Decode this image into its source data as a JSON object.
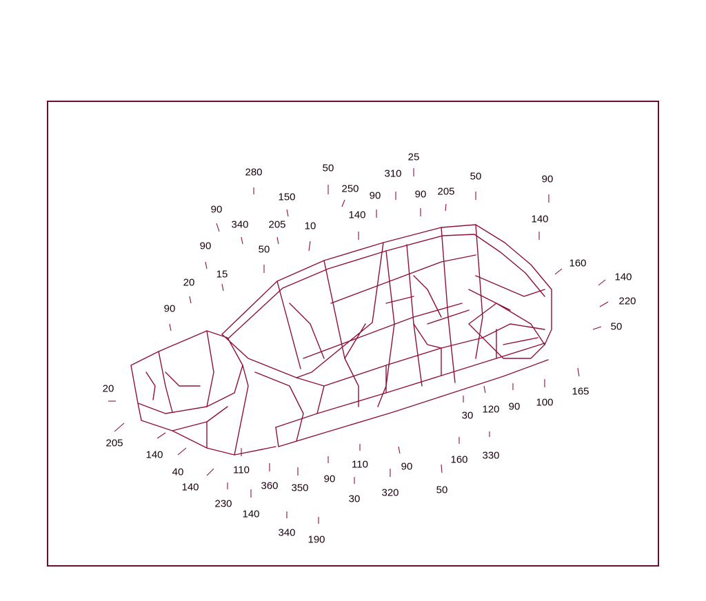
{
  "diagram": {
    "line_color": "#8c1038",
    "text_color": "#1a0010",
    "frame_color": "#6a0f2a",
    "callouts": [
      "280",
      "50",
      "250",
      "310",
      "25",
      "150",
      "90",
      "205",
      "10",
      "140",
      "90",
      "50",
      "205",
      "90",
      "340",
      "90",
      "50",
      "15",
      "20",
      "90",
      "140",
      "90",
      "160",
      "140",
      "220",
      "50",
      "20",
      "205",
      "140",
      "40",
      "140",
      "110",
      "230",
      "140",
      "360",
      "350",
      "340",
      "190",
      "90",
      "30",
      "110",
      "320",
      "90",
      "50",
      "160",
      "330",
      "30",
      "120",
      "90",
      "100",
      "165"
    ]
  }
}
